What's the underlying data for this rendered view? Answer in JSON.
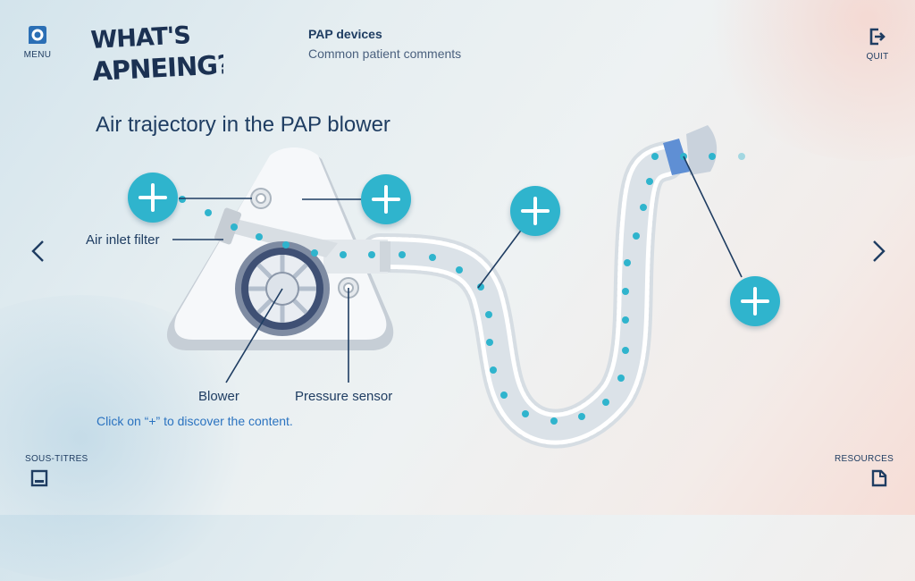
{
  "nav": {
    "menu_label": "MENU",
    "quit_label": "QUIT",
    "subtitles_label": "SOUS-TITRES",
    "resources_label": "RESOURCES"
  },
  "logo": {
    "line1": "WHAT'S",
    "line2": "APNEING?"
  },
  "header": {
    "title": "PAP devices",
    "subtitle": "Common patient comments"
  },
  "main": {
    "title": "Air trajectory in the PAP blower",
    "labels": {
      "filter": "Air inlet filter",
      "blower": "Blower",
      "sensor": "Pressure sensor"
    },
    "hint": "Click on “+” to discover the content."
  },
  "icons": {
    "menu": "menu-logo-icon",
    "quit": "exit-icon",
    "subtitles": "subtitles-icon",
    "resources": "document-icon",
    "prev": "chevron-left-icon",
    "next": "chevron-right-icon",
    "plus": "plus-icon"
  },
  "colors": {
    "accent": "#2fb4cd",
    "navy": "#1f3d62",
    "hint": "#2b73c0"
  }
}
